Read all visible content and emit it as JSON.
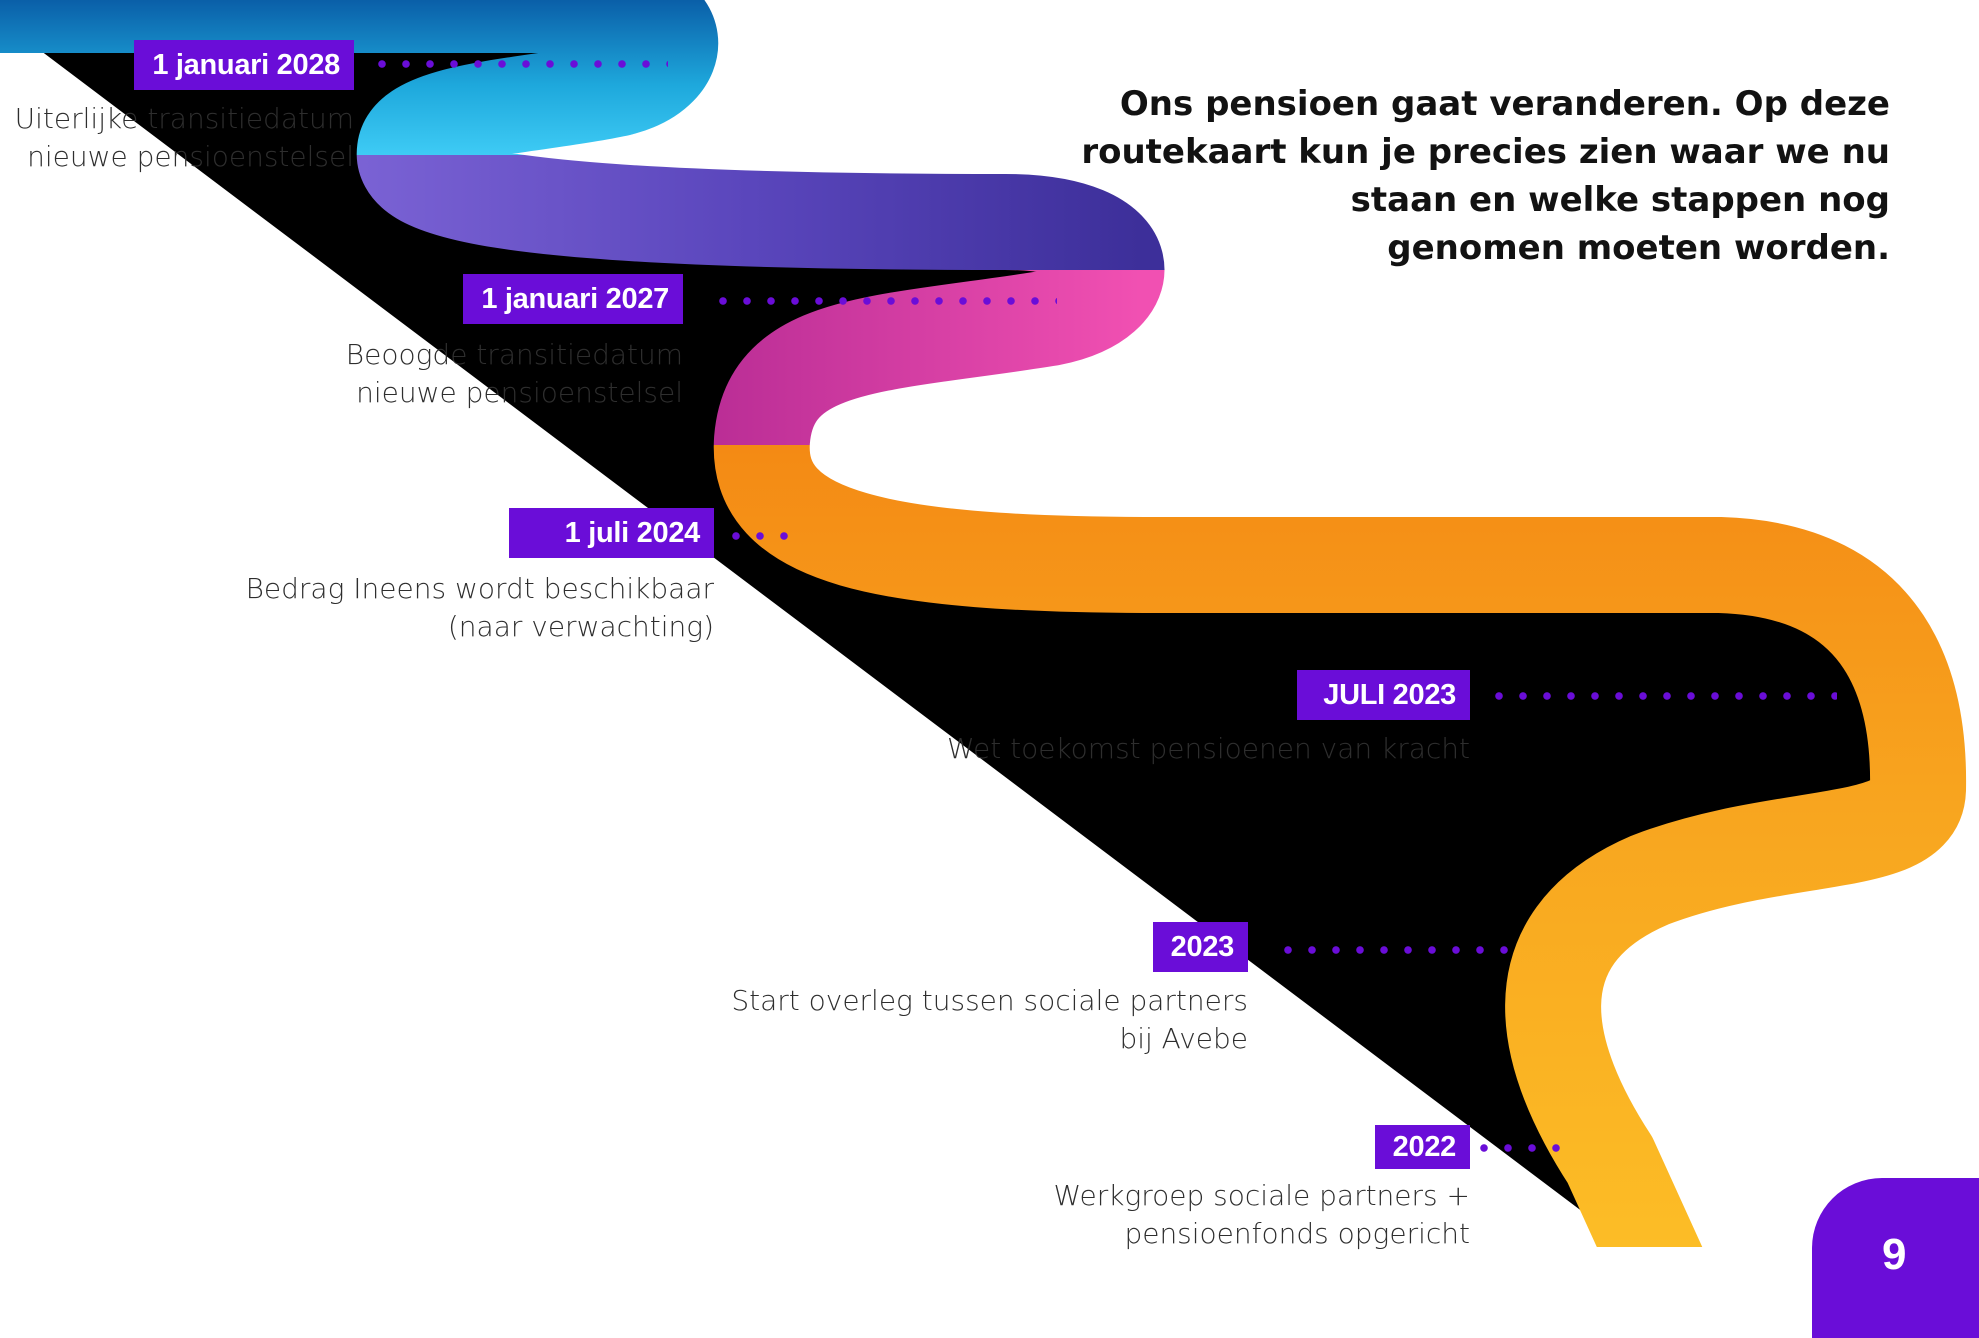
{
  "intro": "Ons pensioen gaat veranderen. Op deze\nroutekaart kun je precies zien waar we nu\nstaan en welke stappen nog\ngenomen moeten worden.",
  "milestones": [
    {
      "date": "1 januari 2028",
      "description": "Uiterlijke transitiedatum\nnieuwe pensioenstelsel"
    },
    {
      "date": "1 januari 2027",
      "description": "Beoogde transitiedatum\nnieuwe pensioenstelsel"
    },
    {
      "date": "1 juli 2024",
      "description": "Bedrag Ineens wordt beschikbaar\n(naar verwachting)"
    },
    {
      "date": "JULI 2023",
      "description": "Wet toekomst pensioenen van kracht"
    },
    {
      "date": "2023",
      "description": "Start overleg tussen sociale partners\nbij Avebe"
    },
    {
      "date": "2022",
      "description": "Werkgroep sociale partners +\npensioenfonds opgericht"
    }
  ],
  "page_number": "9",
  "colors": {
    "badge": "#6a0dd8",
    "road_top": "#0a6fb5",
    "road_cyan": "#3ac8f4",
    "road_purple": "#4a3aa8",
    "road_pink": "#ea4bb0",
    "road_orange": "#f5911a",
    "road_yellow": "#fbb826"
  }
}
